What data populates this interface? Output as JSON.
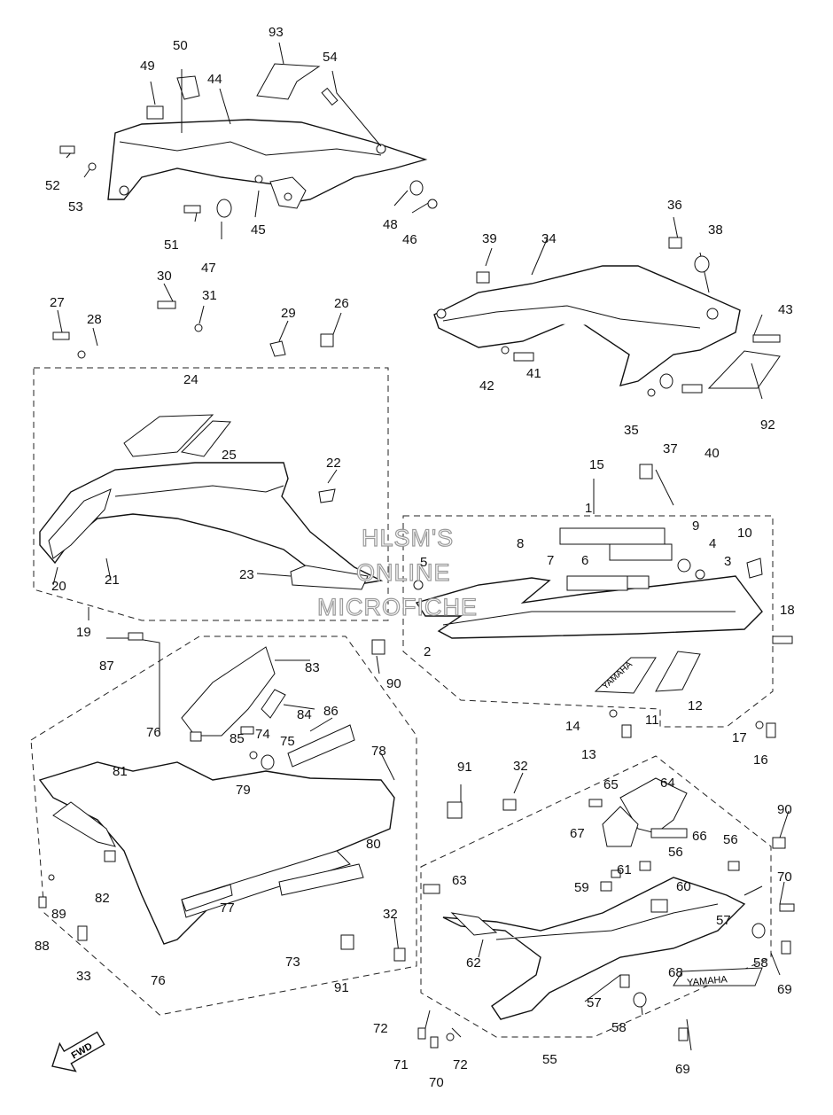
{
  "watermark": {
    "line1": "HLSM'S",
    "line2": "ONLINE",
    "line3": "MICROFICHE"
  },
  "fwd_label": "FWD",
  "decal_text": "YAMAHA",
  "part_numbers": [
    "1",
    "2",
    "3",
    "4",
    "5",
    "6",
    "7",
    "8",
    "9",
    "10",
    "11",
    "12",
    "13",
    "14",
    "15",
    "16",
    "17",
    "18",
    "19",
    "20",
    "21",
    "22",
    "23",
    "24",
    "25",
    "26",
    "27",
    "28",
    "29",
    "30",
    "31",
    "32",
    "33",
    "34",
    "35",
    "36",
    "37",
    "38",
    "39",
    "40",
    "41",
    "42",
    "43",
    "44",
    "45",
    "46",
    "47",
    "48",
    "49",
    "50",
    "51",
    "52",
    "53",
    "54",
    "55",
    "56",
    "57",
    "58",
    "59",
    "60",
    "61",
    "62",
    "63",
    "64",
    "65",
    "66",
    "67",
    "68",
    "69",
    "70",
    "71",
    "72",
    "73",
    "74",
    "75",
    "76",
    "77",
    "78",
    "79",
    "80",
    "81",
    "82",
    "83",
    "84",
    "85",
    "86",
    "87",
    "88",
    "89",
    "90",
    "91",
    "92",
    "93"
  ]
}
